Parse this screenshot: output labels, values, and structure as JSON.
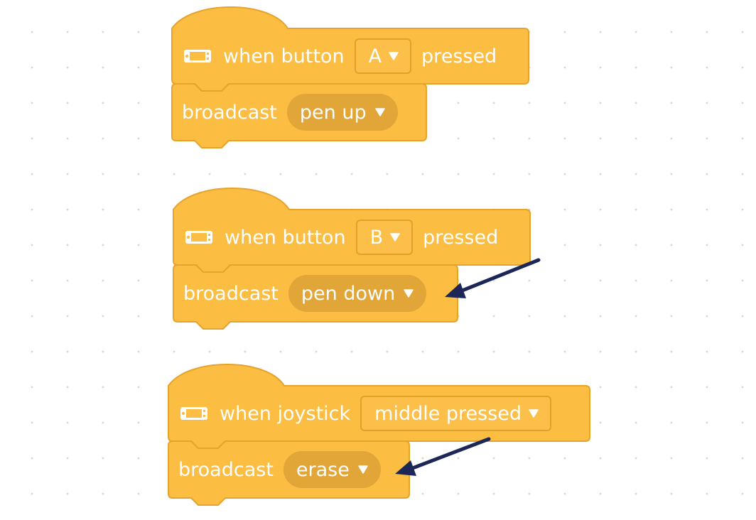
{
  "scripts": [
    {
      "hat": {
        "prefix": "when button",
        "dropdown": "A",
        "suffix": "pressed"
      },
      "broadcast": {
        "label": "broadcast",
        "message": "pen up"
      }
    },
    {
      "hat": {
        "prefix": "when button",
        "dropdown": "B",
        "suffix": "pressed"
      },
      "broadcast": {
        "label": "broadcast",
        "message": "pen down"
      }
    },
    {
      "hat": {
        "prefix": "when joystick",
        "dropdown": "middle pressed",
        "suffix": ""
      },
      "broadcast": {
        "label": "broadcast",
        "message": "erase"
      }
    }
  ],
  "icons": {
    "hat_icon": "controller-icon",
    "dropdown_icon": "caret-down-icon",
    "annotation": "arrow-icon"
  },
  "colors": {
    "block": "#FBBD42",
    "block_border": "#E6A32D",
    "pill": "#E2A537",
    "text": "#FFFFFF",
    "annotation_arrow": "#1C2757"
  }
}
